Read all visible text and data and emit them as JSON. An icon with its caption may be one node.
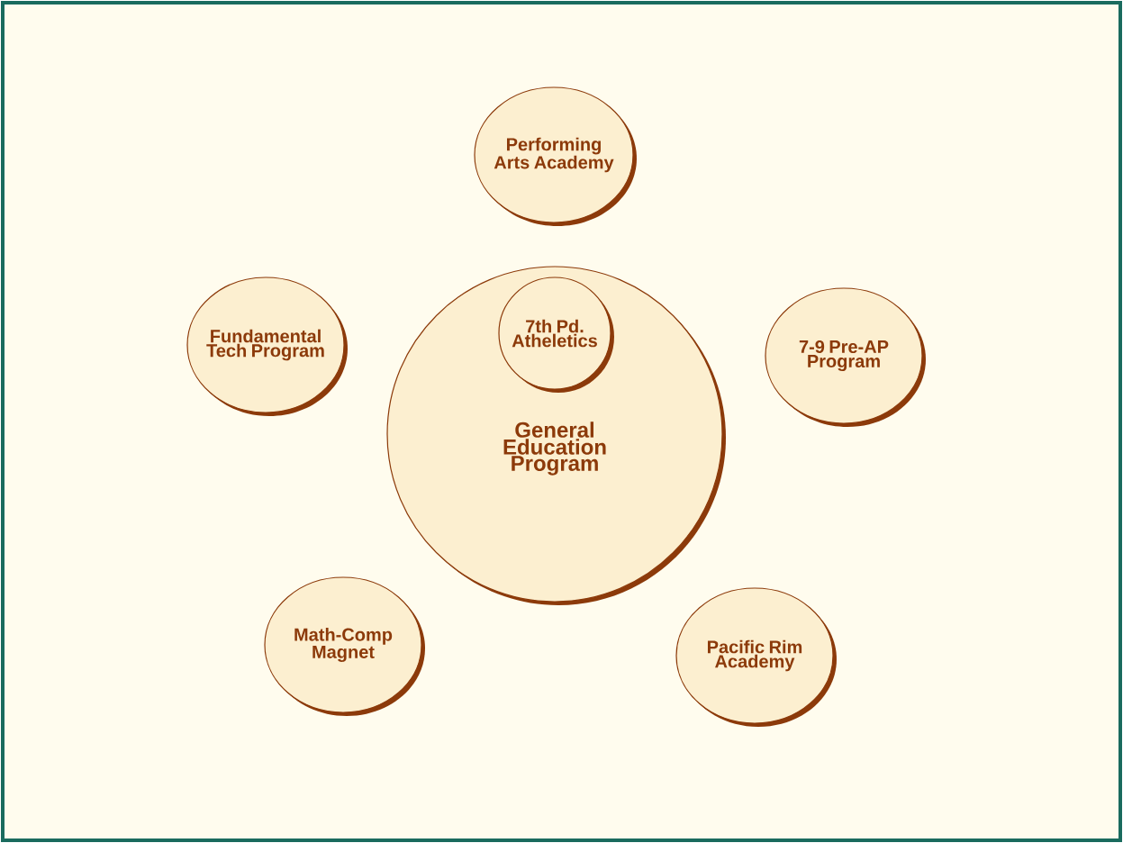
{
  "diagram": {
    "nodes": [
      {
        "text": [
          "Performing Arts Academy"
        ]
      },
      {
        "text": [
          "Fundamental Tech Program"
        ]
      },
      {
        "text": [
          "General Education Program"
        ]
      },
      {
        "text": [
          "7th Pd. Atheletics"
        ],
        "in": 2
      },
      {
        "text": [
          "7-9 Pre-AP Program"
        ]
      },
      {
        "text": [
          "Math-Comp Magnet"
        ]
      },
      {
        "text": [
          "Pacific Rim Academy"
        ]
      }
    ]
  }
}
